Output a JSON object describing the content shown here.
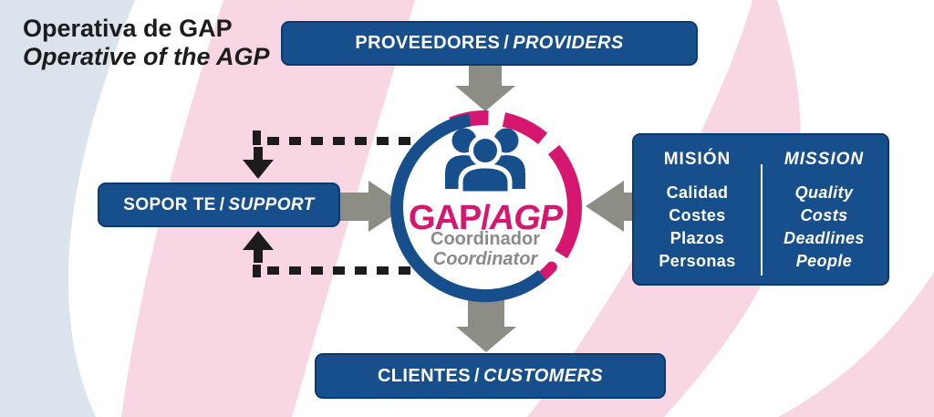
{
  "title": {
    "es": "Operativa de GAP",
    "en": "Operative of the AGP"
  },
  "boxes": {
    "providers": {
      "es": "PROVEEDORES",
      "sep": "/",
      "en": "PROVIDERS"
    },
    "support": {
      "es": "SOPOR TE",
      "sep": "/",
      "en": "SUPPORT"
    },
    "customers": {
      "es": "CLIENTES",
      "sep": "/",
      "en": "CUSTOMERS"
    },
    "mission": {
      "es": {
        "header": "MISIÓN",
        "items": [
          "Calidad",
          "Costes",
          "Plazos",
          "Personas"
        ]
      },
      "en": {
        "header": "MISSION",
        "items": [
          "Quality",
          "Costs",
          "Deadlines",
          "People"
        ]
      }
    }
  },
  "center": {
    "name_upright": "GAP/",
    "name_italic": "AGP",
    "role_es": "Coordinador",
    "role_en": "Coordinator"
  },
  "icons": {
    "hub": "people-group-icon",
    "flow": [
      "arrow-down-icon",
      "arrow-right-icon",
      "arrow-left-icon",
      "arrow-up-icon"
    ]
  },
  "colors": {
    "box_blue": "#174f8c",
    "magenta": "#d5176f",
    "arrow_gray": "#8d8d85",
    "text_gray": "#8a8a8a",
    "black": "#1c1c1c",
    "stripe_pink": "#f8d6e3",
    "stripe_blue_gray": "#dbe3ec"
  }
}
